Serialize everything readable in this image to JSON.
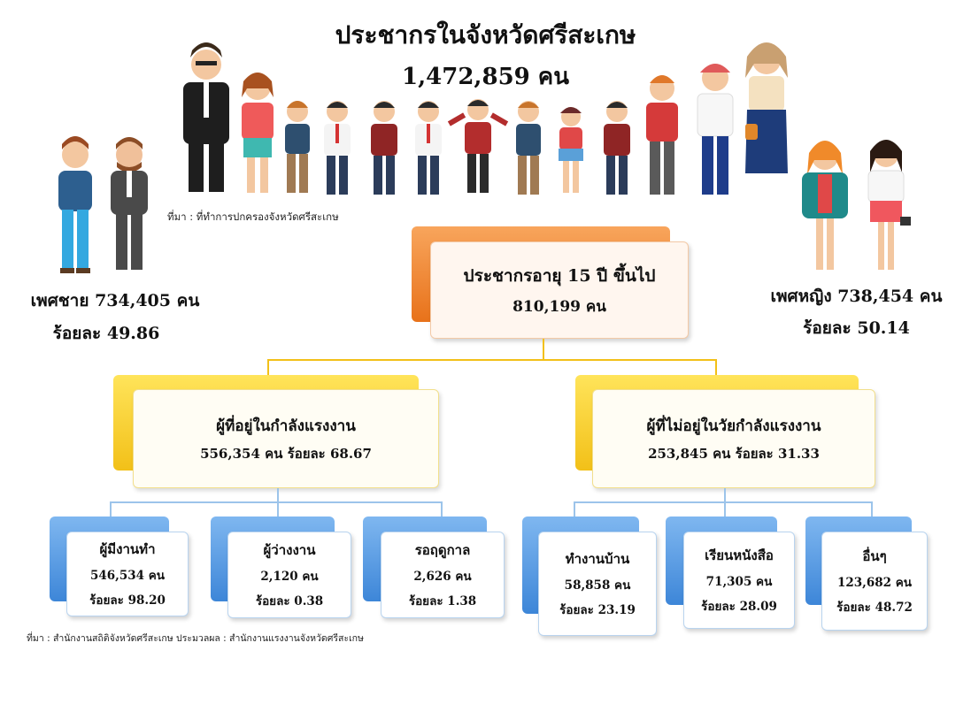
{
  "header": {
    "title": "ประชากรในจังหวัดศรีสะเกษ",
    "total": "1,472,859 คน",
    "source": "ที่มา : ที่ทำการปกครองจังหวัดศรีสะเกษ"
  },
  "male": {
    "label": "เพศชาย 734,405 คน",
    "percent": "ร้อยละ 49.86"
  },
  "female": {
    "label": "เพศหญิง 738,454 คน",
    "percent": "ร้อยละ 50.14"
  },
  "root": {
    "label": "ประชากรอายุ 15 ปี ขึ้นไป",
    "value": "810,199 คน"
  },
  "labor_force": {
    "label": "ผู้ที่อยู่ในกำลังแรงงาน",
    "value": "556,354 คน ร้อยละ 68.67",
    "children": [
      {
        "label": "ผู้มีงานทำ",
        "value": "546,534 คน",
        "percent": "ร้อยละ 98.20"
      },
      {
        "label": "ผู้ว่างงาน",
        "value": "2,120 คน",
        "percent": "ร้อยละ 0.38"
      },
      {
        "label": "รอฤดูกาล",
        "value": "2,626 คน",
        "percent": "ร้อยละ 1.38"
      }
    ]
  },
  "non_labor_force": {
    "label": "ผู้ที่ไม่อยู่ในวัยกำลังแรงงาน",
    "value": "253,845 คน ร้อยละ 31.33",
    "children": [
      {
        "label": "ทำงานบ้าน",
        "value": "58,858 คน",
        "percent": "ร้อยละ 23.19"
      },
      {
        "label": "เรียนหนังสือ",
        "value": "71,305 คน",
        "percent": "ร้อยละ 28.09"
      },
      {
        "label": "อื่นๆ",
        "value": "123,682 คน",
        "percent": "ร้อยละ 48.72"
      }
    ]
  },
  "footer": {
    "source": "ที่มา : สำนักงานสถิติจังหวัดศรีสะเกษ   ประมวลผล : สำนักงานแรงงานจังหวัดศรีสะเกษ"
  },
  "colors": {
    "orange": "#e8721a",
    "yellow": "#f2c018",
    "blue": "#3d86d8",
    "connector_yellow": "#f2c018",
    "connector_blue": "#9cc4ea"
  }
}
